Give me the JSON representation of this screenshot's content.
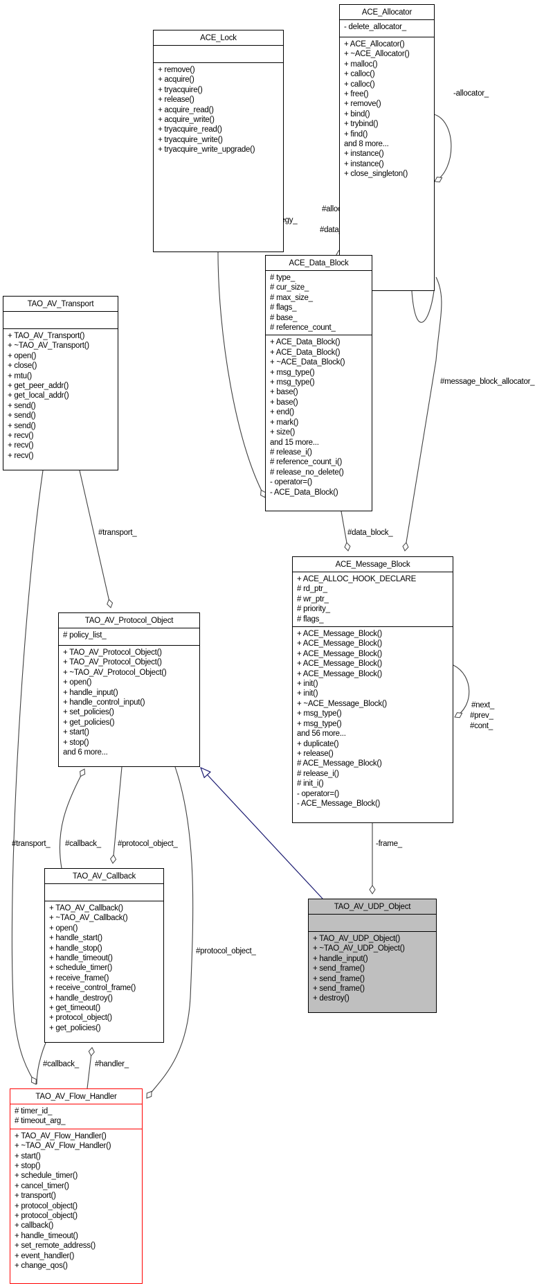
{
  "classes": {
    "allocator": {
      "name": "ACE_Allocator",
      "attributes": [
        "- delete_allocator_"
      ],
      "operations": [
        "+ ACE_Allocator()",
        "+ ~ACE_Allocator()",
        "+ malloc()",
        "+ calloc()",
        "+ calloc()",
        "+ free()",
        "+ remove()",
        "+ bind()",
        "+ trybind()",
        "+ find()",
        "and 8 more...",
        "+ instance()",
        "+ instance()",
        "+ close_singleton()"
      ]
    },
    "lock": {
      "name": "ACE_Lock",
      "attributes": [],
      "operations": [
        "+ remove()",
        "+ acquire()",
        "+ tryacquire()",
        "+ release()",
        "+ acquire_read()",
        "+ acquire_write()",
        "+ tryacquire_read()",
        "+ tryacquire_write()",
        "+ tryacquire_write_upgrade()"
      ]
    },
    "data_block": {
      "name": "ACE_Data_Block",
      "attributes": [
        "# type_",
        "# cur_size_",
        "# max_size_",
        "# flags_",
        "# base_",
        "# reference_count_"
      ],
      "operations": [
        "+ ACE_Data_Block()",
        "+ ACE_Data_Block()",
        "+ ~ACE_Data_Block()",
        "+ msg_type()",
        "+ msg_type()",
        "+ base()",
        "+ base()",
        "+ end()",
        "+ mark()",
        "+ size()",
        "and 15 more...",
        "# release_i()",
        "# reference_count_i()",
        "# release_no_delete()",
        "- operator=()",
        "- ACE_Data_Block()"
      ]
    },
    "transport": {
      "name": "TAO_AV_Transport",
      "attributes": [],
      "operations": [
        "+ TAO_AV_Transport()",
        "+ ~TAO_AV_Transport()",
        "+ open()",
        "+ close()",
        "+ mtu()",
        "+ get_peer_addr()",
        "+ get_local_addr()",
        "+ send()",
        "+ send()",
        "+ send()",
        "+ recv()",
        "+ recv()",
        "+ recv()"
      ]
    },
    "message_block": {
      "name": "ACE_Message_Block",
      "attributes": [
        "+ ACE_ALLOC_HOOK_DECLARE",
        "# rd_ptr_",
        "# wr_ptr_",
        "# priority_",
        "# flags_"
      ],
      "operations": [
        "+ ACE_Message_Block()",
        "+ ACE_Message_Block()",
        "+ ACE_Message_Block()",
        "+ ACE_Message_Block()",
        "+ ACE_Message_Block()",
        "+ init()",
        "+ init()",
        "+ ~ACE_Message_Block()",
        "+ msg_type()",
        "+ msg_type()",
        "and 56 more...",
        "+ duplicate()",
        "+ release()",
        "# ACE_Message_Block()",
        "# release_i()",
        "# init_i()",
        "- operator=()",
        "- ACE_Message_Block()"
      ]
    },
    "protocol_object": {
      "name": "TAO_AV_Protocol_Object",
      "attributes": [
        "# policy_list_"
      ],
      "operations": [
        "+ TAO_AV_Protocol_Object()",
        "+ TAO_AV_Protocol_Object()",
        "+ ~TAO_AV_Protocol_Object()",
        "+ open()",
        "+ handle_input()",
        "+ handle_control_input()",
        "+ set_policies()",
        "+ get_policies()",
        "+ start()",
        "+ stop()",
        "and 6 more..."
      ]
    },
    "callback": {
      "name": "TAO_AV_Callback",
      "attributes": [],
      "operations": [
        "+ TAO_AV_Callback()",
        "+ ~TAO_AV_Callback()",
        "+ open()",
        "+ handle_start()",
        "+ handle_stop()",
        "+ handle_timeout()",
        "+ schedule_timer()",
        "+ receive_frame()",
        "+ receive_control_frame()",
        "+ handle_destroy()",
        "+ get_timeout()",
        "+ protocol_object()",
        "+ get_policies()"
      ]
    },
    "udp_object": {
      "name": "TAO_AV_UDP_Object",
      "attributes": [],
      "operations": [
        "+ TAO_AV_UDP_Object()",
        "+ ~TAO_AV_UDP_Object()",
        "+ handle_input()",
        "+ send_frame()",
        "+ send_frame()",
        "+ send_frame()",
        "+ destroy()"
      ]
    },
    "flow_handler": {
      "name": "TAO_AV_Flow_Handler",
      "attributes": [
        "# timer_id_",
        "# timeout_arg_"
      ],
      "operations": [
        "+ TAO_AV_Flow_Handler()",
        "+ ~TAO_AV_Flow_Handler()",
        "+ start()",
        "+ stop()",
        "+ schedule_timer()",
        "+ cancel_timer()",
        "+ transport()",
        "+ protocol_object()",
        "+ protocol_object()",
        "+ callback()",
        "+ handle_timeout()",
        "+ set_remote_address()",
        "+ event_handler()",
        "+ change_qos()"
      ]
    }
  },
  "edge_labels": {
    "allocator_self": "-allocator_",
    "allocator_strategy": "#allocator_strategy",
    "data_block_allocator": "#data_block_allocator_",
    "locking_strategy": "#locking_strategy_",
    "message_block_allocator": "#message_block_allocator_",
    "data_block": "#data_block_",
    "message_block_self": "#next_\n#prev_\n#cont_",
    "next": "#next_",
    "prev": "#prev_",
    "cont": "#cont_",
    "transport_to_protocol": "#transport_",
    "frame": "-frame_",
    "transport_to_flow": "#transport_",
    "callback_to_callback": "#callback_",
    "protocol_object_to_callback": "#protocol_object_",
    "protocol_object_to_flow": "#protocol_object_",
    "callback_to_flow": "#callback_",
    "handler": "#handler_"
  },
  "colors": {
    "focus_fill": "#bfbfbf",
    "highlight_border": "#ff0000",
    "inheritance_edge": "#191970",
    "association_edge": "#404040"
  }
}
